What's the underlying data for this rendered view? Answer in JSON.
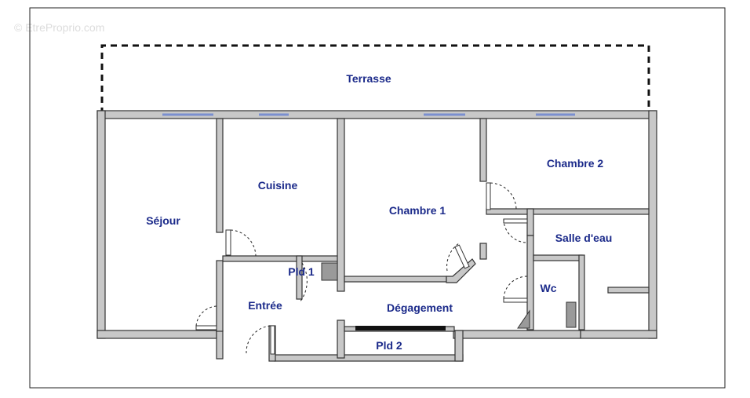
{
  "watermark": "© EtreProprio.com",
  "rooms": {
    "terrasse": "Terrasse",
    "sejour": "Séjour",
    "cuisine": "Cuisine",
    "chambre1": "Chambre 1",
    "chambre2": "Chambre 2",
    "salle_eau": "Salle d'eau",
    "wc": "Wc",
    "pld1": "Pld 1",
    "entree": "Entrée",
    "degagement": "Dégagement",
    "pld2": "Pld 2"
  },
  "colors": {
    "label": "#1b2a8a",
    "wall": "#c8c8c8",
    "window": "#7a8fd0"
  }
}
